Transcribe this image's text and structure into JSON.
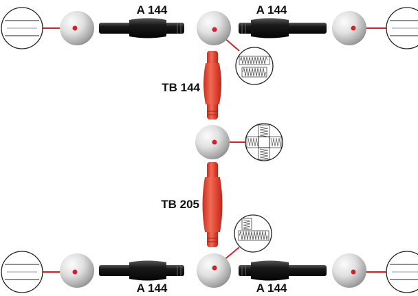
{
  "labels": {
    "top_left_rod": "A 144",
    "top_right_rod": "A 144",
    "upper_vertical_rod": "TB 144",
    "lower_vertical_rod": "TB 205",
    "bottom_left_rod": "A 144",
    "bottom_right_rod": "A 144"
  },
  "colors": {
    "background": "#ffffff",
    "ball_light": "#f4f4f4",
    "ball_dark": "#8f8f8f",
    "black_rod": "#151515",
    "red_rod": "#e24433",
    "red_line": "#d4202a",
    "outline": "#222222"
  },
  "icons": {
    "ball": "node-ball",
    "round_socket": "round-socket-detail",
    "spring_socket": "spring-socket-detail",
    "cross_socket": "cross-socket-detail"
  }
}
